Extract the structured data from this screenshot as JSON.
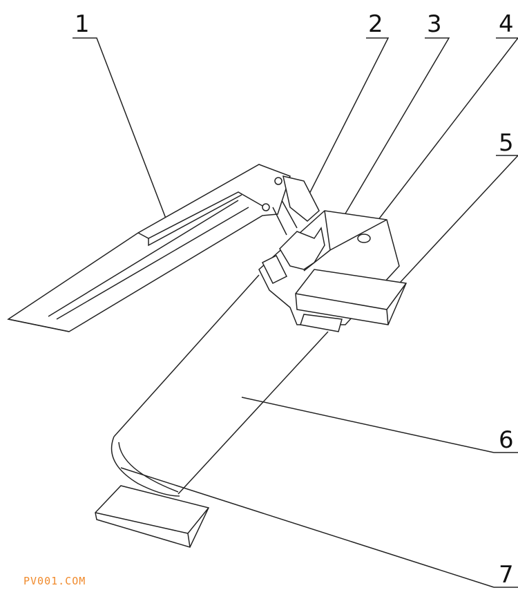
{
  "labels": [
    "1",
    "2",
    "3",
    "4",
    "5",
    "6",
    "7"
  ],
  "watermark": "PV001.COM",
  "colors": {
    "line": "#222222",
    "watermark": "#f08a2c"
  }
}
